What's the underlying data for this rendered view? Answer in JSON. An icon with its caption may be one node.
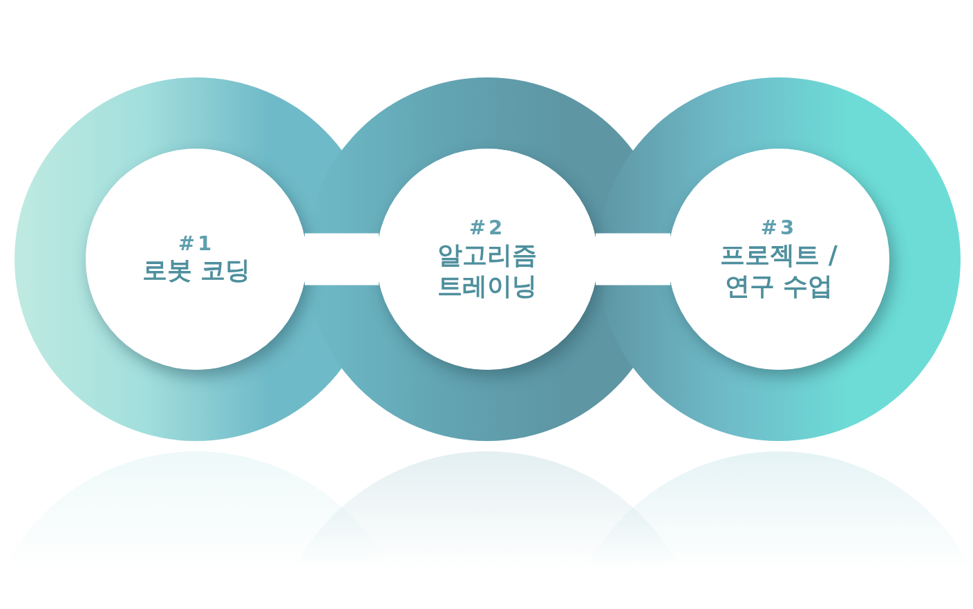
{
  "diagram": {
    "nodes": [
      {
        "text": [
          "#1",
          "로봇 코딩"
        ]
      },
      {
        "text": [
          "#2",
          "알고리즘 트레이닝"
        ]
      },
      {
        "text": [
          "#3",
          "프로젝트 / 연구 수업"
        ]
      }
    ],
    "edges": [
      {
        "from": 0,
        "to": 1,
        "arrow": "none"
      },
      {
        "from": 1,
        "to": 2,
        "arrow": "none"
      }
    ]
  }
}
